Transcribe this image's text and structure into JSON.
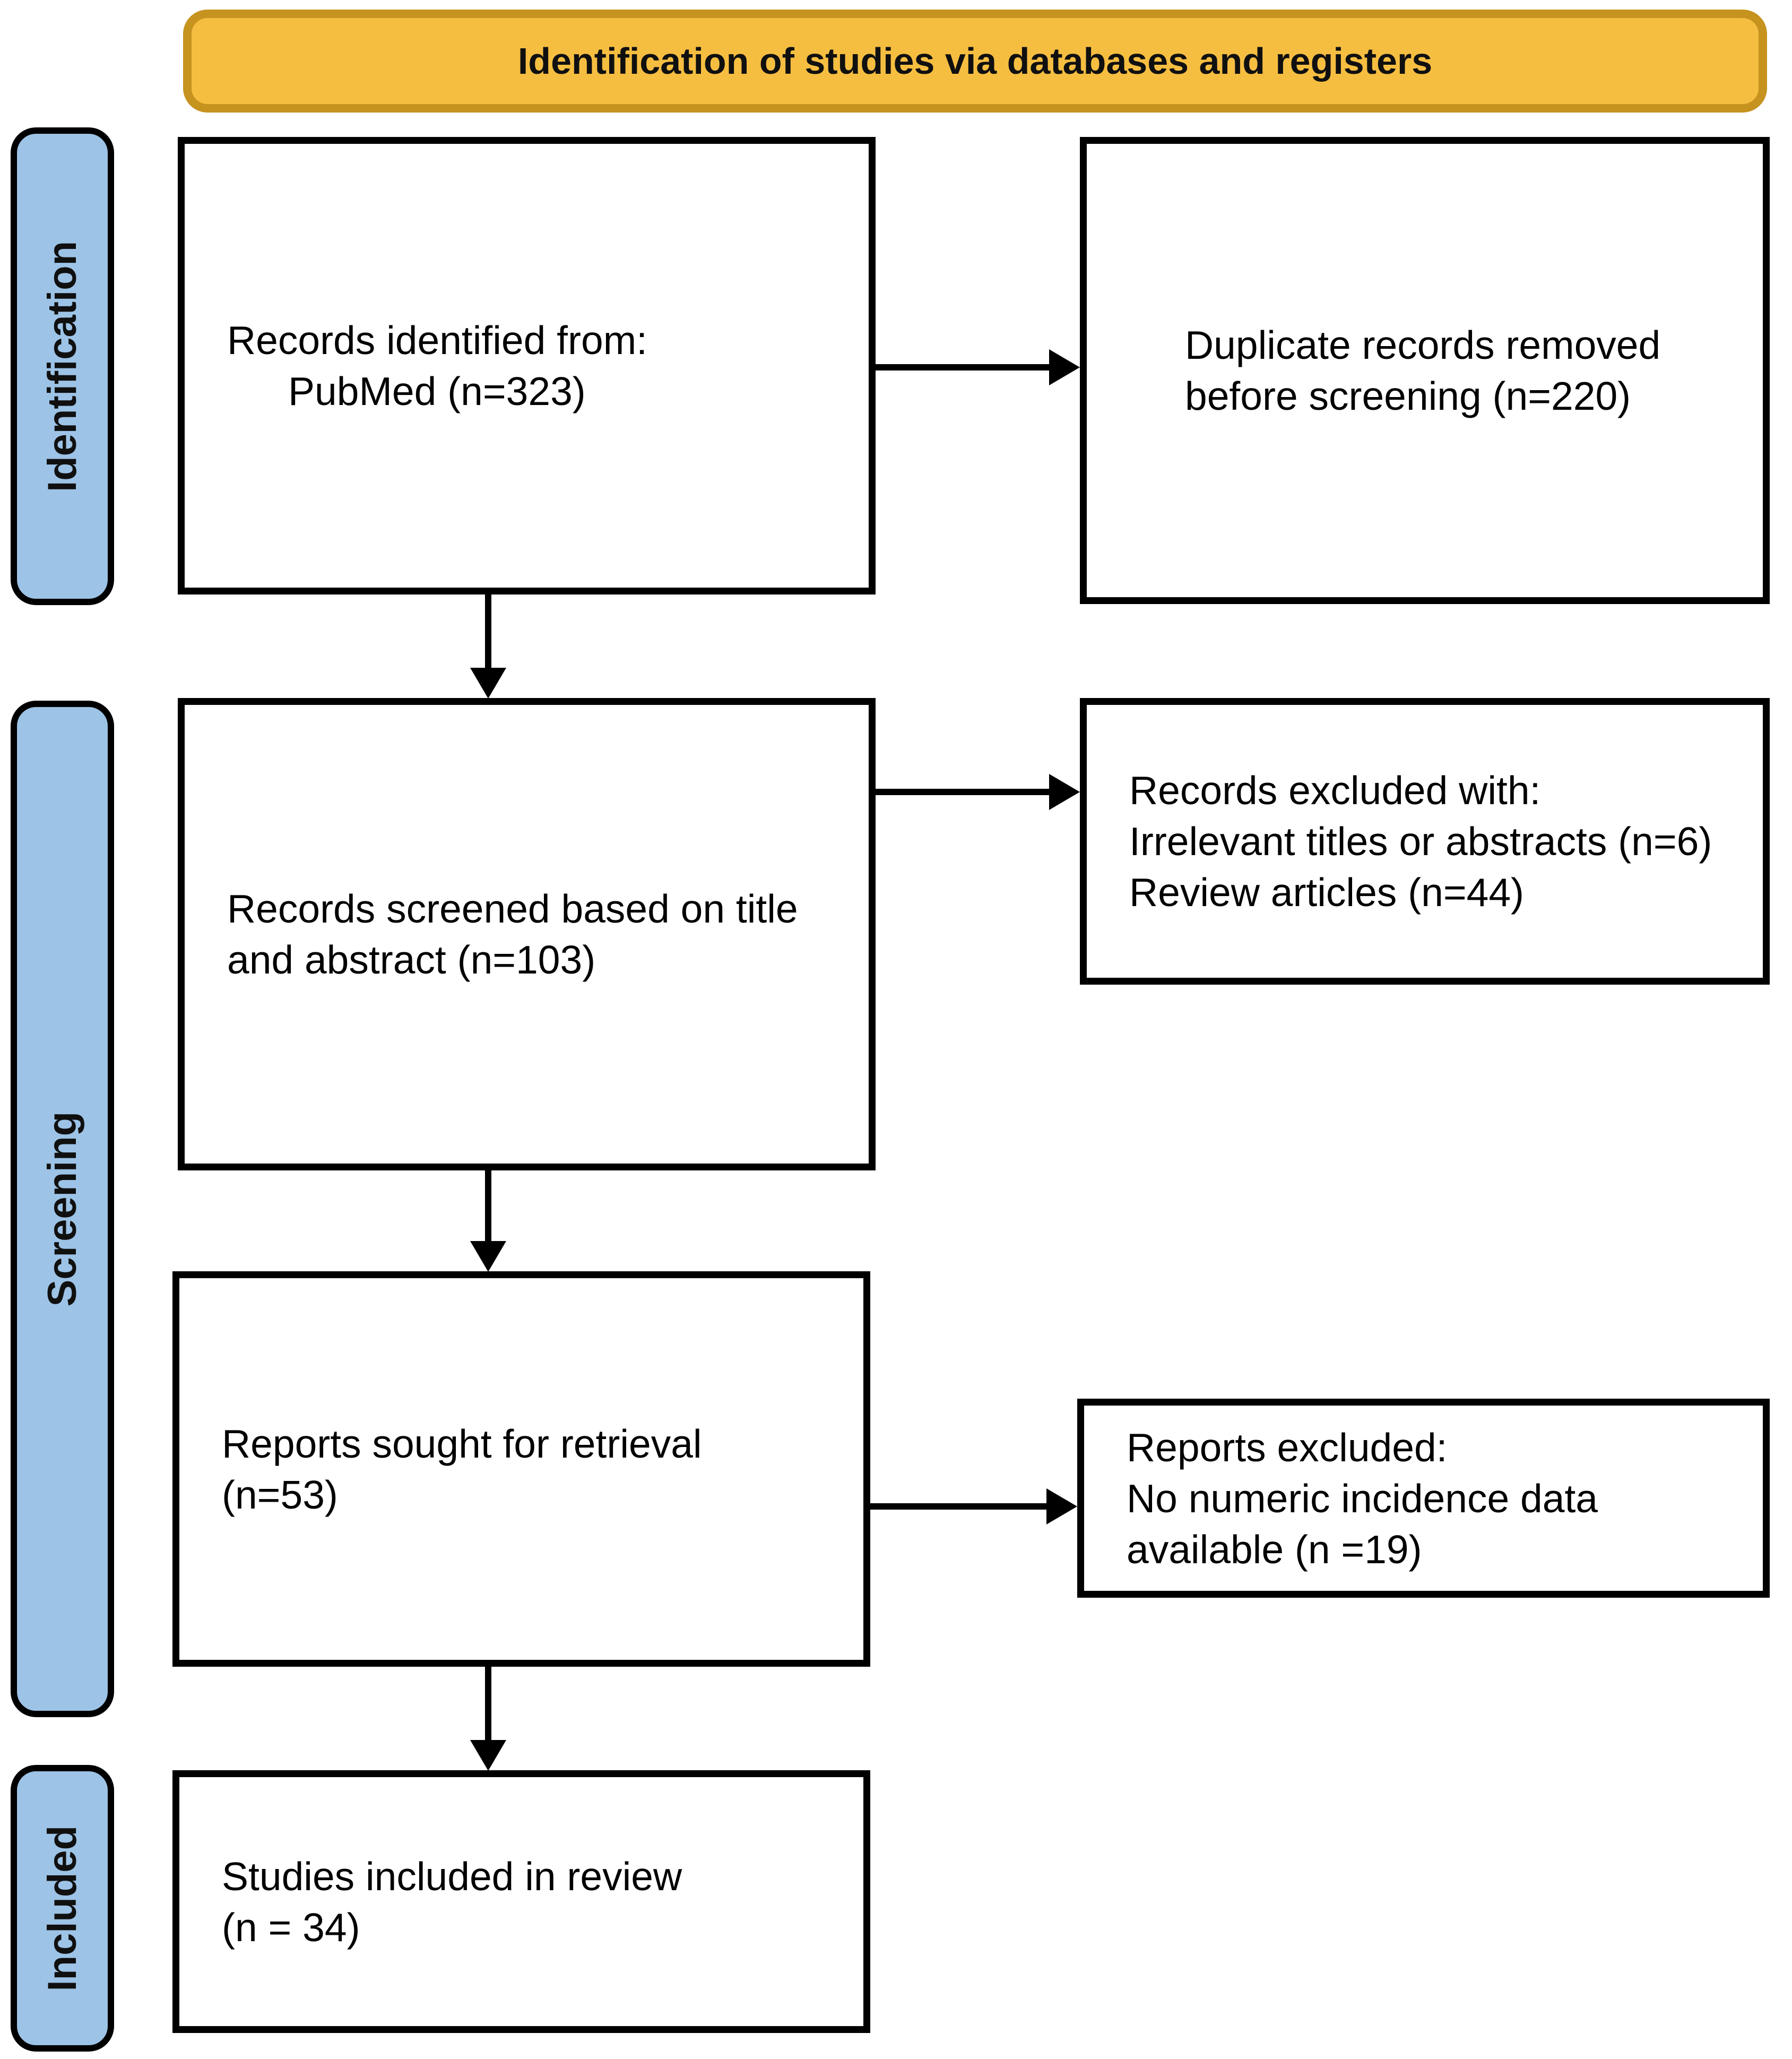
{
  "header": {
    "title": "Identification of studies via databases and registers"
  },
  "stages": [
    {
      "label": "Identification"
    },
    {
      "label": "Screening"
    },
    {
      "label": "Included"
    }
  ],
  "boxes": {
    "identified": {
      "lines": [
        "Records identified from:",
        "PubMed (n=323)"
      ]
    },
    "duplicates": {
      "lines": [
        "Duplicate records removed",
        "before screening (n=220)"
      ]
    },
    "screened": {
      "lines": [
        "Records screened based on title",
        "and abstract (n=103)"
      ]
    },
    "excluded_records": {
      "lines": [
        "Records excluded with:",
        "Irrelevant titles or abstracts (n=6)",
        "Review articles (n=44)"
      ]
    },
    "sought": {
      "lines": [
        "Reports sought for retrieval",
        "(n=53)"
      ]
    },
    "excluded_reports": {
      "lines": [
        "Reports excluded:",
        "No numeric incidence data",
        "available (n =19)"
      ]
    },
    "included": {
      "lines": [
        "Studies included in review",
        "(n = 34)"
      ]
    }
  },
  "colors": {
    "banner_fill": "#F6BE41",
    "banner_border": "#C6931F",
    "stage_fill": "#9DC3E6",
    "stage_border": "#000000",
    "box_border": "#000000",
    "arrow": "#000000"
  }
}
